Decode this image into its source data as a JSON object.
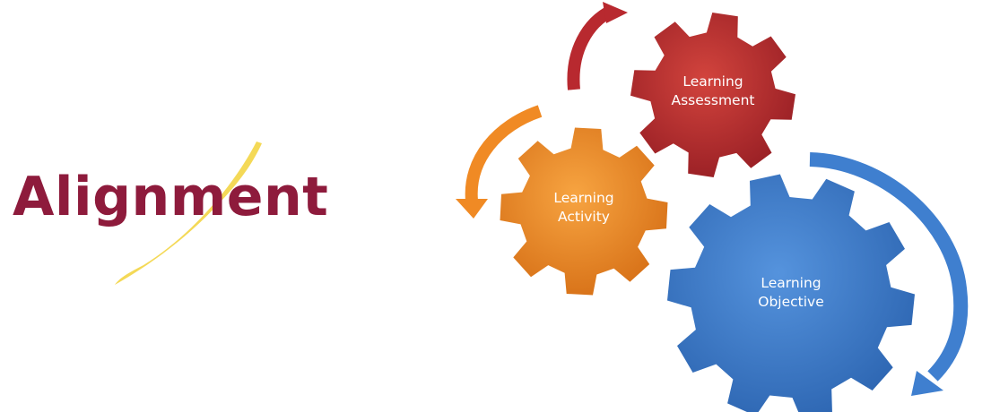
{
  "title": {
    "text": "Alignment"
  },
  "gears": [
    {
      "id": "assessment",
      "lines": [
        "Learning",
        "Assessment"
      ],
      "color": "#b8292f",
      "color_dark": "#8f1d22"
    },
    {
      "id": "activity",
      "lines": [
        "Learning",
        "Activity"
      ],
      "color": "#f08a24",
      "color_dark": "#c76b12"
    },
    {
      "id": "objective",
      "lines": [
        "Learning",
        "Objective"
      ],
      "color": "#3f7fcf",
      "color_dark": "#2b5e9f"
    }
  ],
  "colors": {
    "title": "#8e1b3c",
    "swoosh": "#f2d23a",
    "arrow_red": "#b8292f",
    "arrow_orange": "#f08a24",
    "arrow_blue": "#3f7fcf"
  }
}
